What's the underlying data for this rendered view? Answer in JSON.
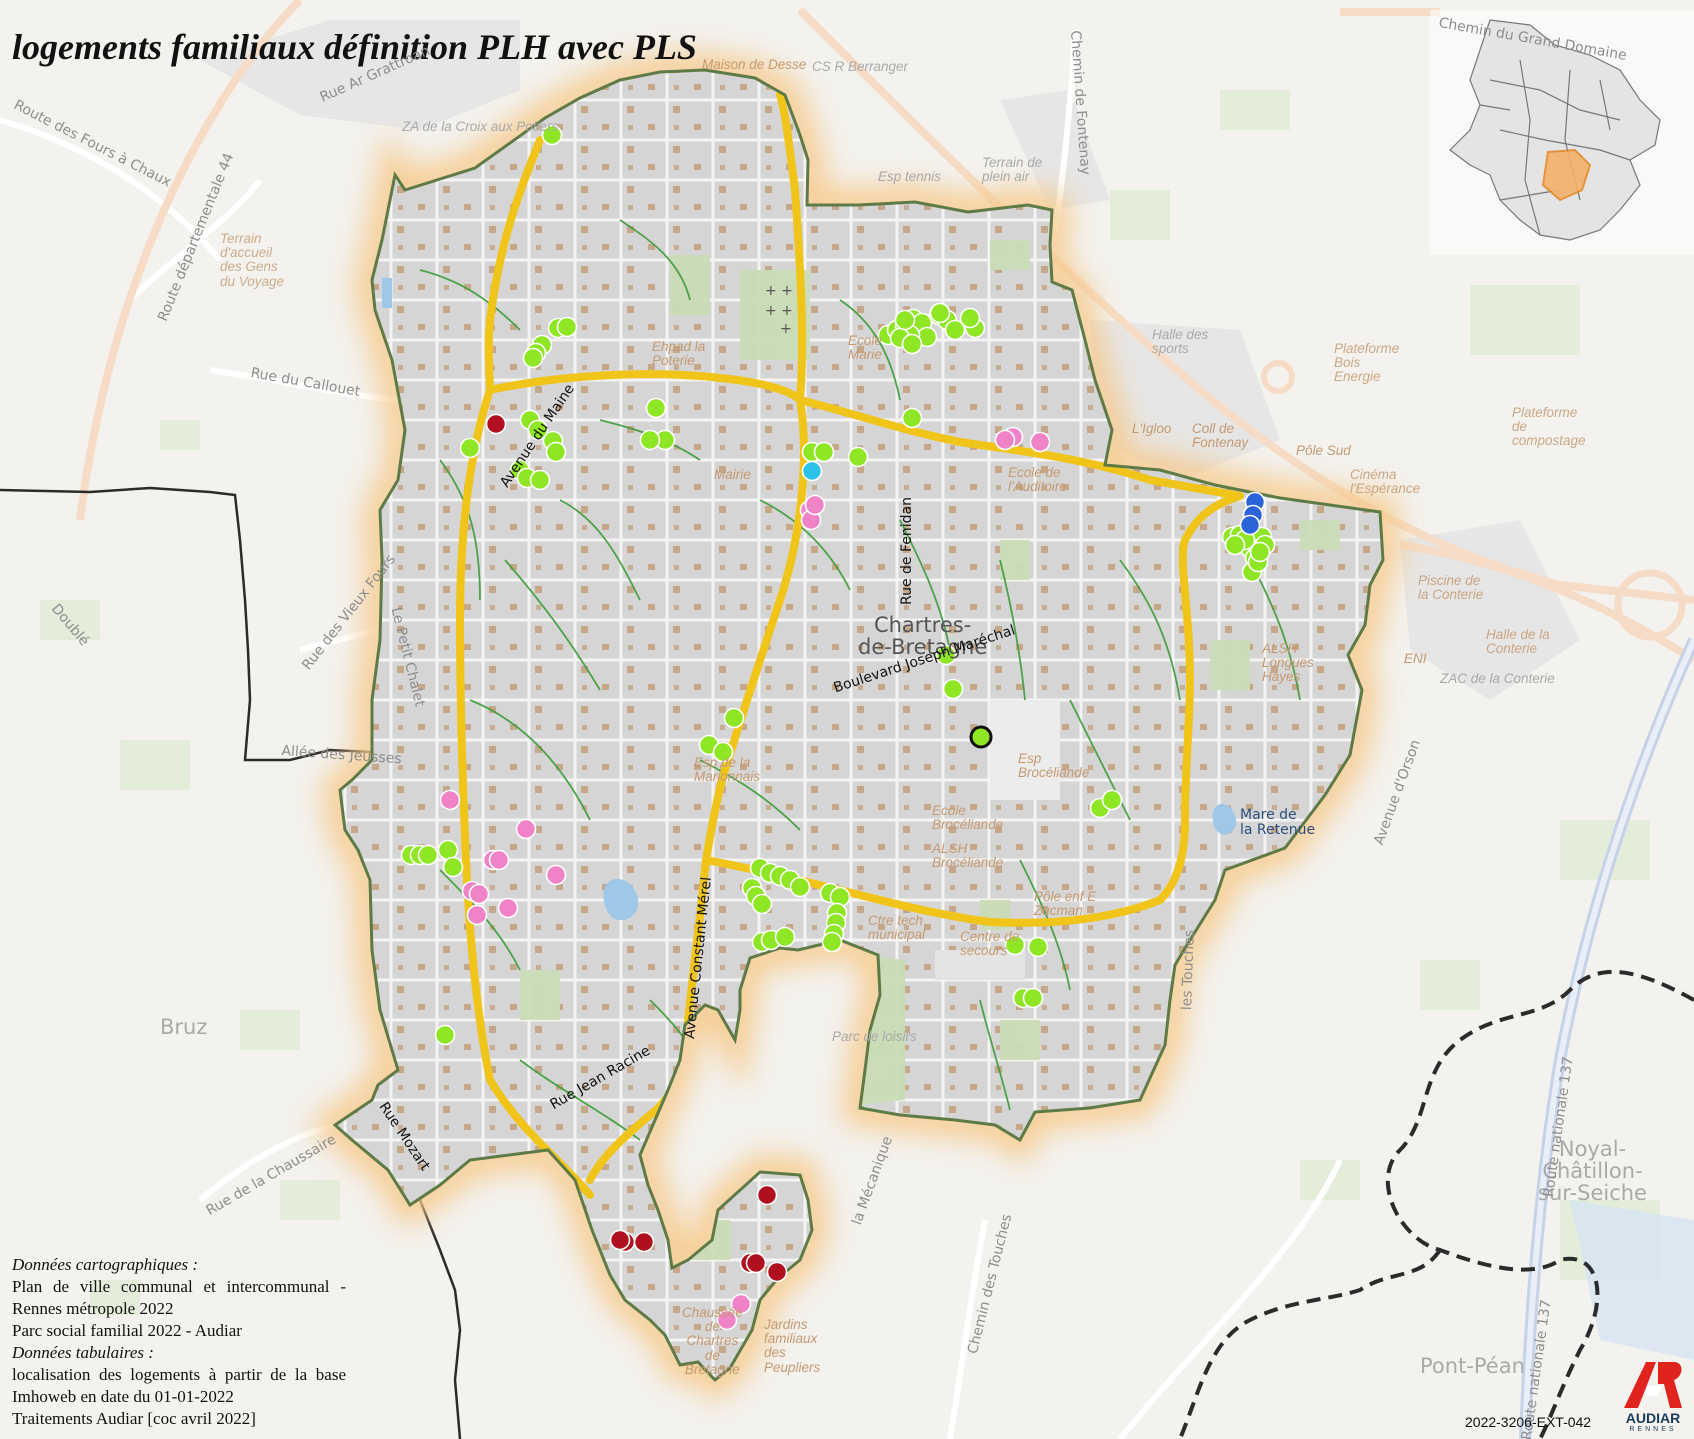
{
  "title": "logements familiaux définition PLH avec PLS",
  "colors": {
    "background": "#f3f2ee",
    "commune_fill": "#d6d6d6",
    "commune_border": "#5e7a45",
    "main_roads": "#f0c419",
    "green_paths": "#3e9c3a",
    "greenery": "#c9dfb8",
    "water": "#9ec7e8",
    "buildings": "#c4a88c",
    "dot_green": "#8ee624",
    "dot_pink": "#f083c8",
    "dot_darkred": "#b0101e",
    "dot_blue": "#2b64d8",
    "dot_cyan": "#2cc3ea"
  },
  "labels": {
    "town_line1": "Chartres-",
    "town_line2": "de-Bretagne",
    "neighbor_bruz": "Bruz",
    "neighbor_pont_pean": "Pont-Péan",
    "neighbor_noyal_1": "Noyal-",
    "neighbor_noyal_2": "Châtillon-",
    "neighbor_noyal_3": "sur-Seiche",
    "doublet": "Doublé",
    "streets": {
      "avenue_maine": "Avenue du Maine",
      "rue_fenidan": "Rue de Fenidan",
      "boulevard": "Boulevard Joseph Maréchal",
      "avenue_constant": "Avenue Constant Mérel",
      "rue_jean_racine": "Rue Jean Racine",
      "rue_mozart": "Rue Mozart",
      "rue_vieux_fours": "Rue des Vieux Fours",
      "le_petit_chalet": "Le Petit Chalet",
      "allee_jeusses": "Allée des Jeusses",
      "route_fours": "Route des Fours à Chaux",
      "route_dep_44": "Route départementale 44",
      "rue_callouet": "Rue du Callouet",
      "rue_croix": "Rue Ar Grattroan",
      "chemin_fontenay": "Chemin de Fontenay",
      "rue_chaussaire": "Rue de la Chaussaire",
      "chemin_touches": "Chemin des Touches",
      "les_touches": "les Touches",
      "avenue_orson": "Avenue d'Orson",
      "rn137a": "Route nationale 137",
      "rn137b": "Route nationale 137",
      "la_mecanique": "la Mécanique",
      "chemin_gd_domaine": "Chemin du Grand Domaine"
    },
    "poi": {
      "za_croix": "ZA de la Croix aux Potiers",
      "maison_desse": "Maison de Desse",
      "csr_berranger": "CS R Berranger",
      "esp_tennis": "Esp tennis",
      "terrain_plein_air_1": "Terrain de",
      "terrain_plein_air_2": "plein air",
      "terrain_gens_1": "Terrain",
      "terrain_gens_2": "d'accueil",
      "terrain_gens_3": "des Gens",
      "terrain_gens_4": "du Voyage",
      "ehpad_1": "Ehpad la",
      "ehpad_2": "Poterie",
      "ecole_marie_1": "Ecole",
      "ecole_marie_2": "Marie",
      "mairie": "Mairie",
      "ecole_auditoire_1": "Ecole de",
      "ecole_auditoire_2": "l'Auditoire",
      "halle_sports_1": "Halle des",
      "halle_sports_2": "sports",
      "plateforme_bois_1": "Plateforme",
      "plateforme_bois_2": "Bois",
      "plateforme_bois_3": "Energie",
      "plateforme_compost_1": "Plateforme",
      "plateforme_compost_2": "de",
      "plateforme_compost_3": "compostage",
      "ligloo": "L'Igloo",
      "coll_fontenay_1": "Coll de",
      "coll_fontenay_2": "Fontenay",
      "pole_sud": "Pôle Sud",
      "cinema_1": "Cinéma",
      "cinema_2": "l'Espérance",
      "piscine_1": "Piscine de",
      "piscine_2": "la Conterie",
      "halle_conterie_1": "Halle de la",
      "halle_conterie_2": "Conterie",
      "zac_conterie": "ZAC de la Conterie",
      "enl": "ENI",
      "alsh_longues_1": "ALSH",
      "alsh_longues_2": "Longues",
      "alsh_longues_3": "Hayes",
      "esp_marionnais_1": "Esp de la",
      "esp_marionnais_2": "Marionnais",
      "esp_broceliande_1": "Esp",
      "esp_broceliande_2": "Brocéliande",
      "ecole_broceliande_1": "Ecole",
      "ecole_broceliande_2": "Brocéliande",
      "alsh_broceliande_1": "ALSH",
      "alsh_broceliande_2": "Brocéliande",
      "pole_enf_1": "Pôle enf E",
      "pole_enf_2": "Zucman",
      "ctre_tech_1": "Ctre tech",
      "ctre_tech_2": "municipal",
      "centre_secours_1": "Centre de",
      "centre_secours_2": "secours",
      "parc_loisirs": "Parc de loisirs",
      "chaussee_1": "Chaussée",
      "chaussee_2": "de",
      "chaussee_3": "Chartres",
      "chaussee_4": "de",
      "chaussee_5": "Bretagne",
      "jardins_1": "Jardins",
      "jardins_2": "familiaux",
      "jardins_3": "des",
      "jardins_4": "Peupliers",
      "mare_1": "Mare de",
      "mare_2": "la Retenue"
    }
  },
  "dots": {
    "green": 98,
    "pink": 17,
    "darkred": 8,
    "blue": 3,
    "cyan": 1
  },
  "credits": {
    "h1": "Données cartographiques :",
    "l1": "Plan de ville communal et intercommunal - Rennes métropole 2022",
    "l2": "Parc social familial 2022 - Audiar",
    "h2": "Données tabulaires :",
    "l3": "localisation des logements à partir de la base Imhoweb en date du 01-01-2022",
    "l4": "Traitements Audiar [coc avril 2022]"
  },
  "reference": "2022-3206-EXT-042",
  "logo": {
    "name": "AUDIAR",
    "sub": "RENNES"
  }
}
